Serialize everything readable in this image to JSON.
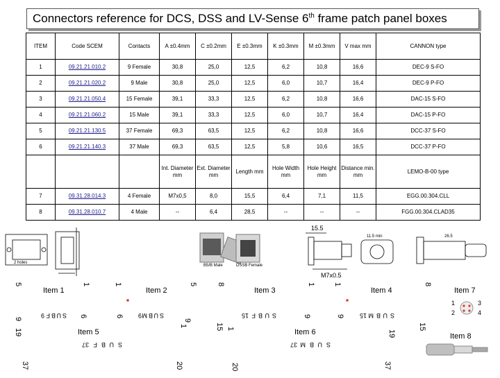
{
  "title": {
    "main": "Connectors reference for DCS, DSS and LV-Sense 6",
    "sup": "th",
    "rest": " frame patch panel boxes"
  },
  "table": {
    "header": [
      "ITEM",
      "Code SCEM",
      "Contacts",
      "A ±0.4mm",
      "C ±0.2mm",
      "E ±0.3mm",
      "K ±0.3mm",
      "M ±0.3mm",
      "V max mm",
      "CANNON type"
    ],
    "rows": [
      [
        "1",
        "09.21.21.010.2",
        "9 Female",
        "30,8",
        "25,0",
        "12,5",
        "6,2",
        "10,8",
        "16,6",
        "DEC-9 S-FO"
      ],
      [
        "2",
        "09.21.21.020.2",
        "9 Male",
        "30,8",
        "25,0",
        "12,5",
        "6,0",
        "10,7",
        "16,4",
        "DEC-9 P-FO"
      ],
      [
        "3",
        "09.21.21.050.4",
        "15 Female",
        "39,1",
        "33,3",
        "12,5",
        "6,2",
        "10,8",
        "16,6",
        "DAC-15 S-FO"
      ],
      [
        "4",
        "09.21.21.060.2",
        "15 Male",
        "39,1",
        "33,3",
        "12,5",
        "6,0",
        "10,7",
        "16,4",
        "DAC-15 P-FO"
      ],
      [
        "5",
        "09.21.21.130.5",
        "37 Female",
        "69,3",
        "63,5",
        "12,5",
        "6,2",
        "10,8",
        "16,6",
        "DCC-37 S-FO"
      ],
      [
        "6",
        "09.21.21.140.3",
        "37 Male",
        "69,3",
        "63,5",
        "12,5",
        "5,8",
        "10,6",
        "16,5",
        "DCC-37 P-FO"
      ]
    ],
    "header2": [
      "",
      "",
      "",
      "Int. Diameter mm",
      "Ext. Diameter mm",
      "Length mm",
      "Hole Width mm",
      "Hole Height mm",
      "Distance min. mm",
      "LEMO-B-00 type"
    ],
    "rows2": [
      [
        "7",
        "09.31.28.014.3",
        "4 Female",
        "M7x0,5",
        "8,0",
        "15,5",
        "6,4",
        "7,1",
        "11,5",
        "EGG.00.304.CLL"
      ],
      [
        "8",
        "09.31.28.010.7",
        "4 Male",
        "--",
        "6,4",
        "28,5",
        "--",
        "--",
        "--",
        "FGG.00.304.CLAD35"
      ]
    ]
  },
  "drawing": {
    "dims": [
      "15.5",
      "11.5 min",
      "26.5",
      "M7x0.5",
      "2 holes",
      "B5/B Male",
      "DSSB Female"
    ],
    "item_labels": [
      "Item 1",
      "Item 2",
      "Item 3",
      "Item 4",
      "Item 5",
      "Item 6",
      "Item 7",
      "Item 8"
    ],
    "pin_numbers": {
      "item1": [
        "5",
        "1",
        "9",
        "6"
      ],
      "item2": [
        "1",
        "5",
        "6",
        "9"
      ],
      "item3": [
        "8",
        "1",
        "15",
        "9"
      ],
      "item4": [
        "1",
        "8",
        "9",
        "15"
      ],
      "item5": [
        "19",
        "1",
        "37",
        "20"
      ],
      "item6": [
        "1",
        "19",
        "20",
        "37"
      ],
      "item7": [
        "1",
        "3",
        "2",
        "4"
      ]
    },
    "item_texts": {
      "item1": [
        "S",
        "U",
        "B",
        "F",
        "9"
      ],
      "item2": [
        "S",
        "U",
        "B",
        "M",
        "9"
      ],
      "item3": [
        "S",
        "U",
        "B",
        "F",
        "15"
      ],
      "item4": [
        "S",
        "U",
        "B",
        "M",
        "15"
      ],
      "item5": [
        "S",
        "U",
        "B",
        "F",
        "37"
      ],
      "item6": [
        "S",
        "U",
        "B",
        "M",
        "37"
      ]
    }
  },
  "colors": {
    "code_link": "#1a1a8c",
    "title_shadow": "#9a9a9a",
    "pin_red": "#d43a2f"
  }
}
